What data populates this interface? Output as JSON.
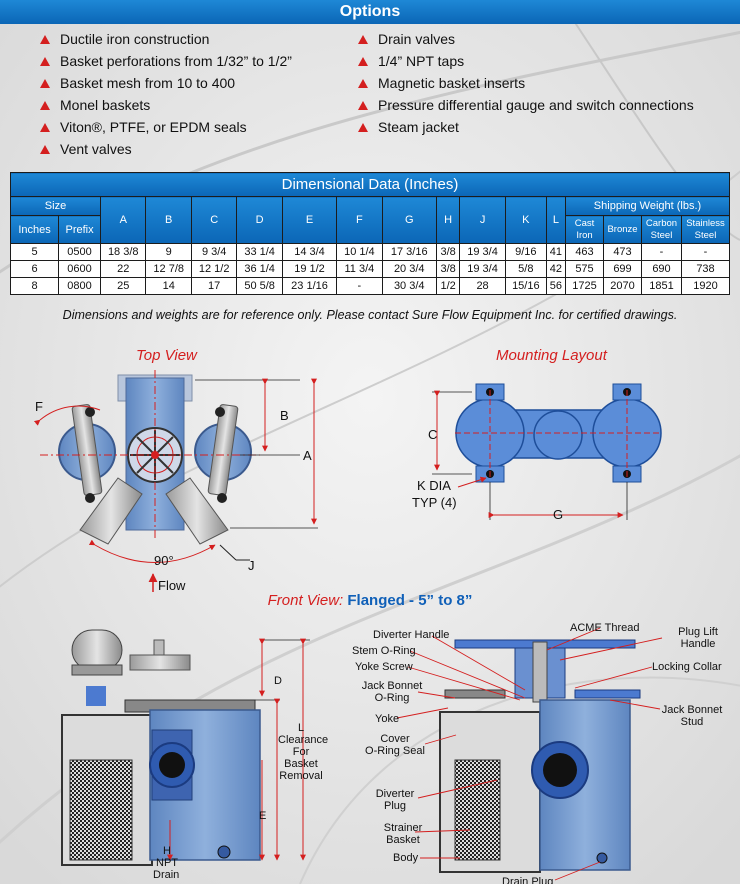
{
  "options": {
    "title": "Options",
    "left": [
      "Ductile iron construction",
      "Basket perforations from 1/32” to 1/2”",
      "Basket mesh from 10 to 400",
      "Monel baskets",
      "Viton®, PTFE, or EPDM seals",
      "Vent valves"
    ],
    "right": [
      "Drain valves",
      "1/4” NPT taps",
      "Magnetic basket inserts",
      "Pressure differential gauge and switch connections",
      "Steam jacket"
    ]
  },
  "table": {
    "title": "Dimensional Data (Inches)",
    "size_header": "Size",
    "inches_header": "Inches",
    "prefix_header": "Prefix",
    "columns": [
      "A",
      "B",
      "C",
      "D",
      "E",
      "F",
      "G",
      "H",
      "J",
      "K",
      "L"
    ],
    "weight_header": "Shipping Weight (lbs.)",
    "weight_columns": [
      "Cast Iron",
      "Bronze",
      "Carbon Steel",
      "Stainless Steel"
    ],
    "rows": [
      [
        "5",
        "0500",
        "18 3/8",
        "9",
        "9 3/4",
        "33 1/4",
        "14 3/4",
        "10 1/4",
        "17 3/16",
        "3/8",
        "19 3/4",
        "9/16",
        "41",
        "463",
        "473",
        "-",
        "-"
      ],
      [
        "6",
        "0600",
        "22",
        "12 7/8",
        "12 1/2",
        "36 1/4",
        "19 1/2",
        "11 3/4",
        "20 3/4",
        "3/8",
        "19 3/4",
        "5/8",
        "42",
        "575",
        "699",
        "690",
        "738"
      ],
      [
        "8",
        "0800",
        "25",
        "14",
        "17",
        "50 5/8",
        "23 1/16",
        "-",
        "30 3/4",
        "1/2",
        "28",
        "15/16",
        "56",
        "1725",
        "2070",
        "1851",
        "1920"
      ]
    ]
  },
  "note": "Dimensions and weights are for reference only. Please contact Sure Flow Equipment Inc. for certified drawings.",
  "top_view": {
    "title": "Top View",
    "labels": {
      "F": "F",
      "B": "B",
      "A": "A",
      "angle": "90°",
      "J": "J",
      "flow": "Flow"
    }
  },
  "mounting": {
    "title": "Mounting Layout",
    "labels": {
      "C": "C",
      "k_dia": "K DIA",
      "typ": "TYP (4)",
      "G": "G"
    }
  },
  "front_view": {
    "title_red": "Front View:",
    "title_blue": "Flanged - 5” to 8”",
    "left_labels": {
      "D": "D",
      "L": "L",
      "clearance": [
        "Clearance",
        "For",
        "Basket",
        "Removal"
      ],
      "E": "E",
      "H": "H",
      "npt": "NPT",
      "drain": "Drain"
    },
    "callouts": {
      "diverter_handle": "Diverter Handle",
      "stem_oring": "Stem O-Ring",
      "yoke_screw": "Yoke Screw",
      "jack_bonnet_oring": [
        "Jack Bonnet",
        "O-Ring"
      ],
      "yoke": "Yoke",
      "cover_oring": [
        "Cover",
        "O-Ring Seal"
      ],
      "diverter_plug": [
        "Diverter",
        "Plug"
      ],
      "strainer_basket": [
        "Strainer",
        "Basket"
      ],
      "body": "Body",
      "drain_plug": "Drain Plug",
      "acme": "ACME Thread",
      "plug_lift": [
        "Plug Lift",
        "Handle"
      ],
      "locking_collar": "Locking Collar",
      "jack_bonnet_stud": [
        "Jack Bonnet",
        "Stud"
      ]
    }
  },
  "colors": {
    "accent_blue": "#0b66b6",
    "part_blue": "#6d93c8",
    "red": "#d41f1f"
  }
}
